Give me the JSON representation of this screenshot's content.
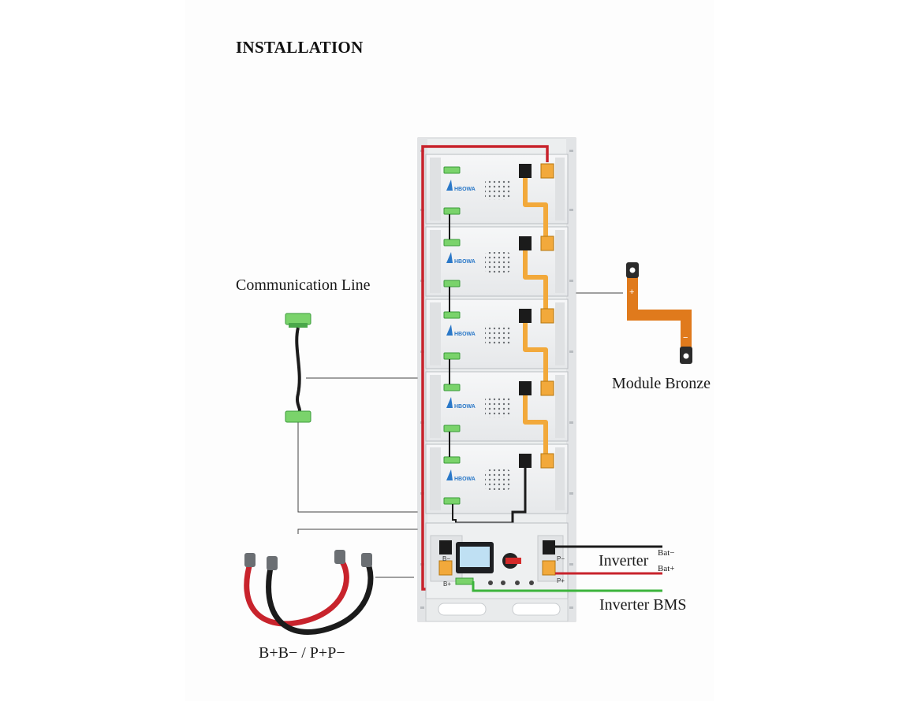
{
  "title": "INSTALLATION",
  "brand": "HBOWA",
  "labels": {
    "communication_line": "Communication Line",
    "module_bronze": "Module Bronze",
    "inverter": "Inverter",
    "bat_minus": "Bat−",
    "bat_plus": "Bat+",
    "inverter_bms": "Inverter BMS",
    "cables": "B+B− / P+P−"
  },
  "terminals": {
    "b_minus": "B−",
    "b_plus": "B+",
    "p_minus": "P−",
    "p_plus": "P+",
    "bronze_plus": "+",
    "bronze_minus": "−"
  },
  "module_count": 5,
  "colors": {
    "red_cable": "#c8232c",
    "black_cable": "#1b1b1b",
    "green_cable": "#3cb43c",
    "bronze": "#e8a33a",
    "busbar": "#f2a93b",
    "connector": "#7ad36b",
    "rack": "#e9ebec",
    "brand_blue": "#2a78c8"
  }
}
